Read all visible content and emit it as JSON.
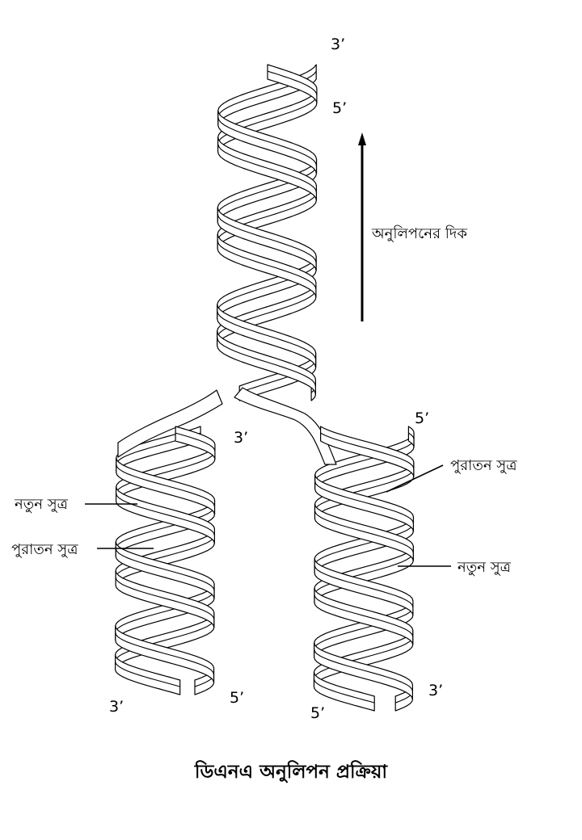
{
  "title": "ডিএনএ অনুলিপন প্রক্রিয়া",
  "direction_label": "অনুলিপনের দিক",
  "labels": {
    "new_strand": "নতুন সুত্র",
    "old_strand": "পুরাতন সুত্র"
  },
  "ends": {
    "three_prime": "3’",
    "five_prime": "5’"
  },
  "colors": {
    "line": "#000000",
    "ribbon_fill": "#ffffff",
    "background": "#ffffff"
  }
}
